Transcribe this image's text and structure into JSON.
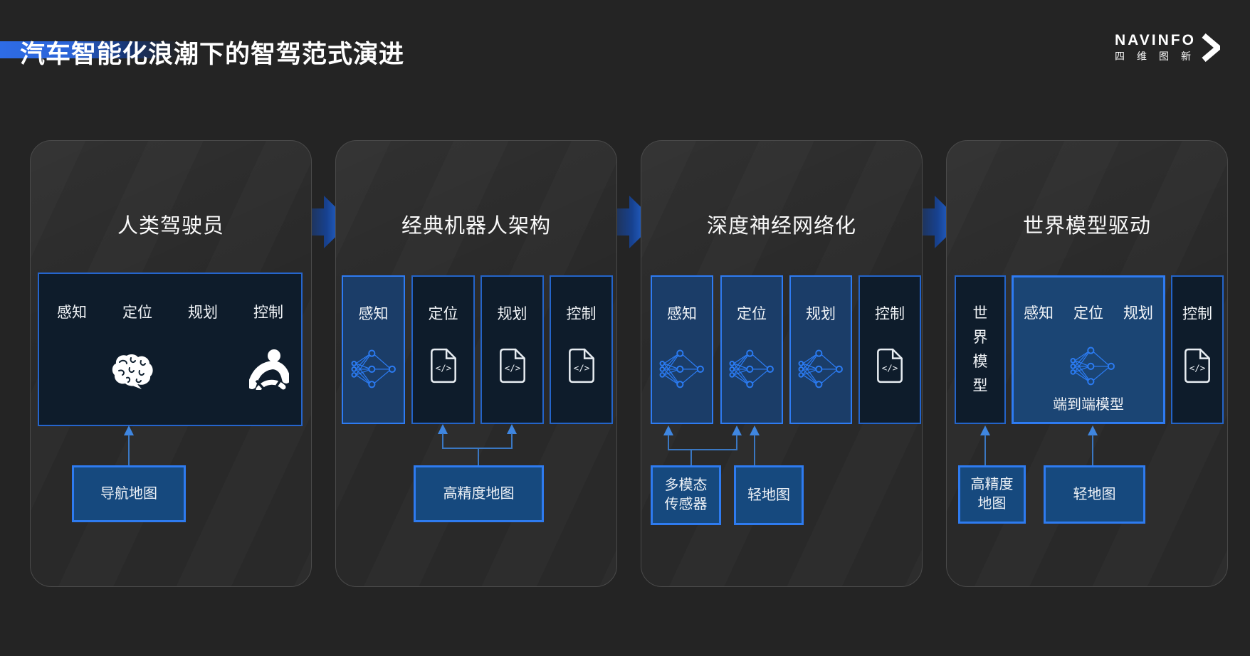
{
  "header": {
    "title": "汽车智能化浪潮下的智驾范式演进"
  },
  "logo": {
    "wordmark": "NAVINFO",
    "chinese": "四维图新"
  },
  "colors": {
    "background": "#242424",
    "accent_blue": "#2e7bf2",
    "dark_blue_border": "#2565cd",
    "dark_box_fill": "#0e1c2b",
    "highlight_fill": "#1b3d68",
    "map_box_fill": "#16497e",
    "connector_line": "#3a77c2",
    "arrowhead": "#3f86e0"
  },
  "icons": {
    "flow": "flow-arrow-icon",
    "brain": "brain-icon",
    "driver": "steering-driver-icon",
    "neural": "neural-network-icon",
    "doc": "code-doc-icon",
    "chevron": "logo-chevron-icon"
  },
  "stages": [
    {
      "title": "人类驾驶员",
      "labels": [
        "感知",
        "定位",
        "规划",
        "控制"
      ],
      "map": {
        "label": "导航地图"
      }
    },
    {
      "title": "经典机器人架构",
      "columns": [
        {
          "label": "感知",
          "icon": "neural-network",
          "highlight": true
        },
        {
          "label": "定位",
          "icon": "code-doc",
          "highlight": false
        },
        {
          "label": "规划",
          "icon": "code-doc",
          "highlight": false
        },
        {
          "label": "控制",
          "icon": "code-doc",
          "highlight": false
        }
      ],
      "map": {
        "label": "高精度地图"
      }
    },
    {
      "title": "深度神经网络化",
      "columns": [
        {
          "label": "感知",
          "icon": "neural-network",
          "highlight": true
        },
        {
          "label": "定位",
          "icon": "neural-network",
          "highlight": true
        },
        {
          "label": "规划",
          "icon": "neural-network",
          "highlight": true
        },
        {
          "label": "控制",
          "icon": "code-doc",
          "highlight": false
        }
      ],
      "maps": [
        {
          "line1": "多模态",
          "line2": "传感器"
        },
        {
          "label": "轻地图"
        }
      ]
    },
    {
      "title": "世界模型驱动",
      "world_model": "世界模型",
      "e2e": {
        "labels": [
          "感知",
          "定位",
          "规划"
        ],
        "caption": "端到端模型"
      },
      "control": {
        "label": "控制",
        "icon": "code-doc"
      },
      "maps": [
        {
          "line1": "高精度",
          "line2": "地图"
        },
        {
          "label": "轻地图"
        }
      ]
    }
  ]
}
